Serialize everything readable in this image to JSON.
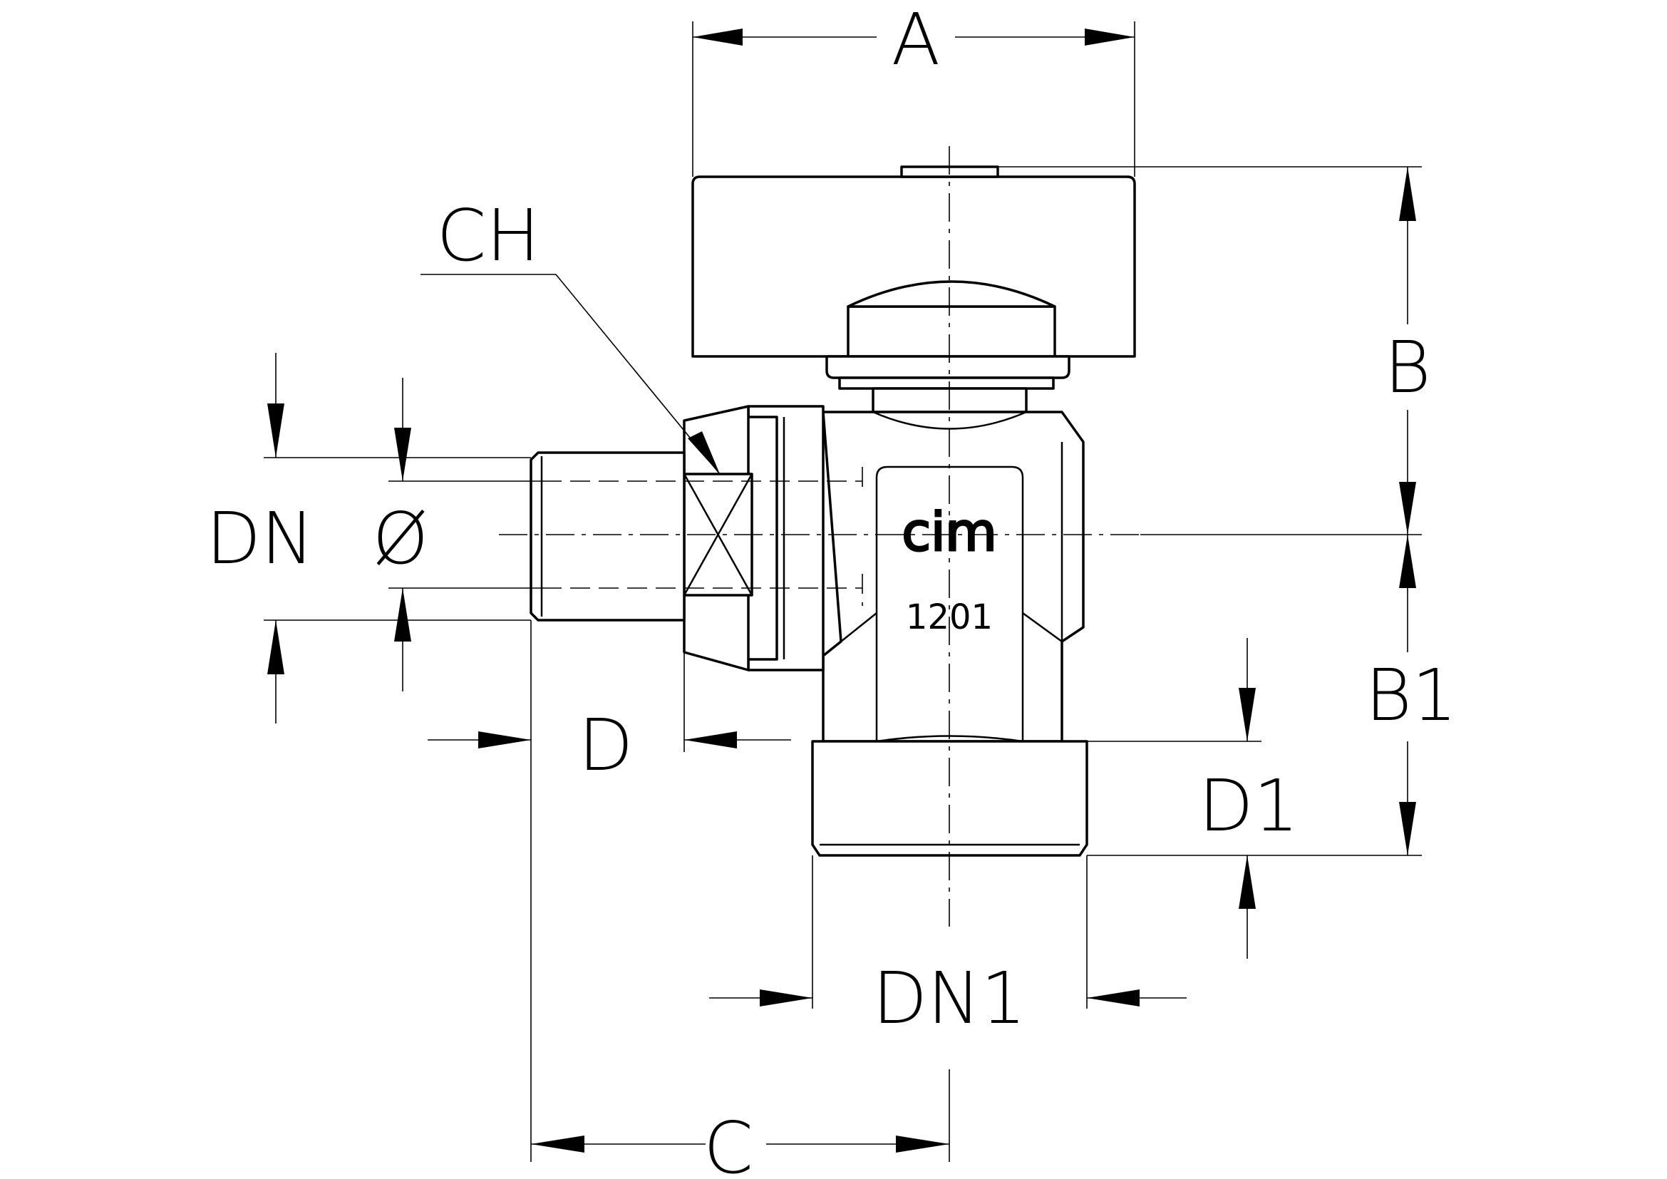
{
  "labels": {
    "A": "A",
    "B": "B",
    "B1": "B1",
    "C": "C",
    "CH": "CH",
    "D": "D",
    "D1": "D1",
    "DN": "DN",
    "DN1": "DN1",
    "phi": "Ø"
  },
  "body_marking": {
    "brand": "cim",
    "model": "1201"
  }
}
